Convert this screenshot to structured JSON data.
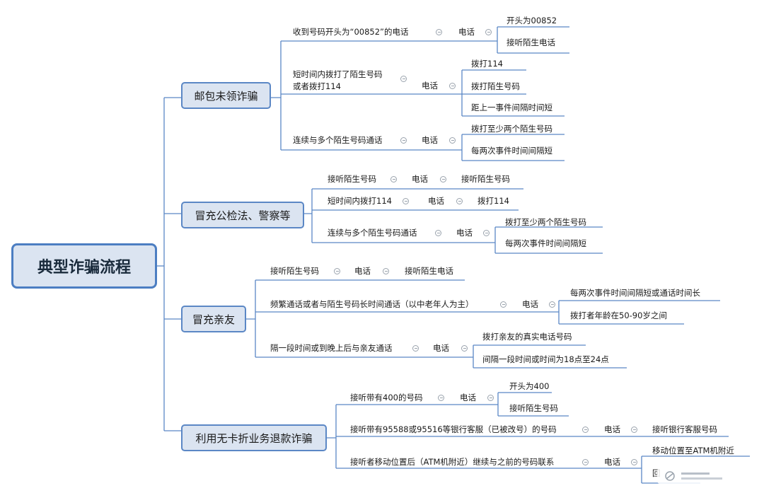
{
  "root": "典型诈骗流程",
  "branches": [
    {
      "label": "邮包未领诈骗",
      "items": [
        {
          "label": "收到号码开头为“00852”的电话",
          "mid": "电话",
          "leaves": [
            "开头为00852",
            "接听陌生电话"
          ]
        },
        {
          "label": "短时间内拨打了陌生号码\n或者拨打114",
          "mid": "电话",
          "leaves": [
            "拨打114",
            "拨打陌生号码",
            "距上一事件间隔时间短"
          ]
        },
        {
          "label": "连续与多个陌生号码通话",
          "mid": "电话",
          "leaves": [
            "拨打至少两个陌生号码",
            "每两次事件时间间隔短"
          ]
        }
      ]
    },
    {
      "label": "冒充公检法、警察等",
      "items": [
        {
          "label": "接听陌生号码",
          "mid": "电话",
          "leaves": [
            "接听陌生号码"
          ]
        },
        {
          "label": "短时间内拨打114",
          "mid": "电话",
          "leaves": [
            "拨打114"
          ]
        },
        {
          "label": "连续与多个陌生号码通话",
          "mid": "电话",
          "leaves": [
            "拨打至少两个陌生号码",
            "每两次事件时间间隔短"
          ]
        }
      ]
    },
    {
      "label": "冒充亲友",
      "items": [
        {
          "label": "接听陌生号码",
          "mid": "电话",
          "leaves": [
            "接听陌生电话"
          ]
        },
        {
          "label": "频繁通话或者与陌生号码长时间通话（以中老年人为主）",
          "mid": "电话",
          "leaves": [
            "每两次事件时间间隔短或通话时间长",
            "拨打者年龄在50-90岁之间"
          ]
        },
        {
          "label": "隔一段时间或到晚上后与亲友通话",
          "mid": "电话",
          "leaves": [
            "拨打亲友的真实电话号码",
            "间隔一段时间或时间为18点至24点"
          ]
        }
      ]
    },
    {
      "label": "利用无卡折业务退款诈骗",
      "items": [
        {
          "label": "接听带有400的号码",
          "mid": "电话",
          "leaves": [
            "开头为400",
            "接听陌生号码"
          ]
        },
        {
          "label": "接听带有95588或95516等银行客服（已被改号）的号码",
          "mid": "电话",
          "leaves": [
            "接听银行客服号码"
          ]
        },
        {
          "label": "接听者移动位置后（ATM机附近）继续与之前的号码联系",
          "mid": "电话",
          "leaves": [
            "移动位置至ATM机附近",
            "回"
          ]
        }
      ]
    }
  ],
  "colors": {
    "line": "#5b87c5",
    "node_fill": "#dbe4f1",
    "node_border": "#5b87c5"
  }
}
